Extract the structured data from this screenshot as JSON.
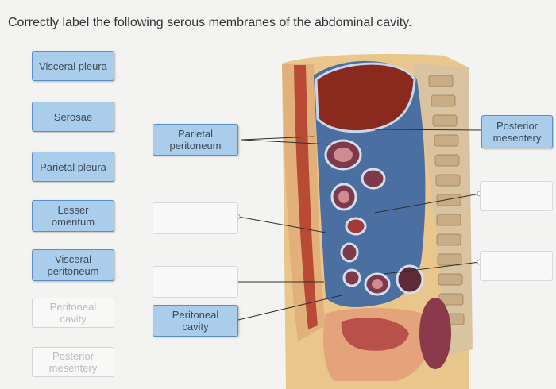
{
  "question": "Correctly label the following serous membranes of the abdominal cavity.",
  "bank": [
    "Visceral pleura",
    "Serosae",
    "Parietal pleura",
    "Lesser omentum",
    "Visceral peritoneum",
    "Peritoneal cavity",
    "Posterior mesentery"
  ],
  "placed": {
    "parietal": "Parietal peritoneum",
    "cavity": "Peritoneal cavity",
    "posterior": "Posterior mesentery"
  },
  "colors": {
    "chip_fill": "#a9cdea",
    "chip_border": "#5b8fc8",
    "cavity_blue": "#4a6fa0",
    "muscle": "#b94a36"
  }
}
